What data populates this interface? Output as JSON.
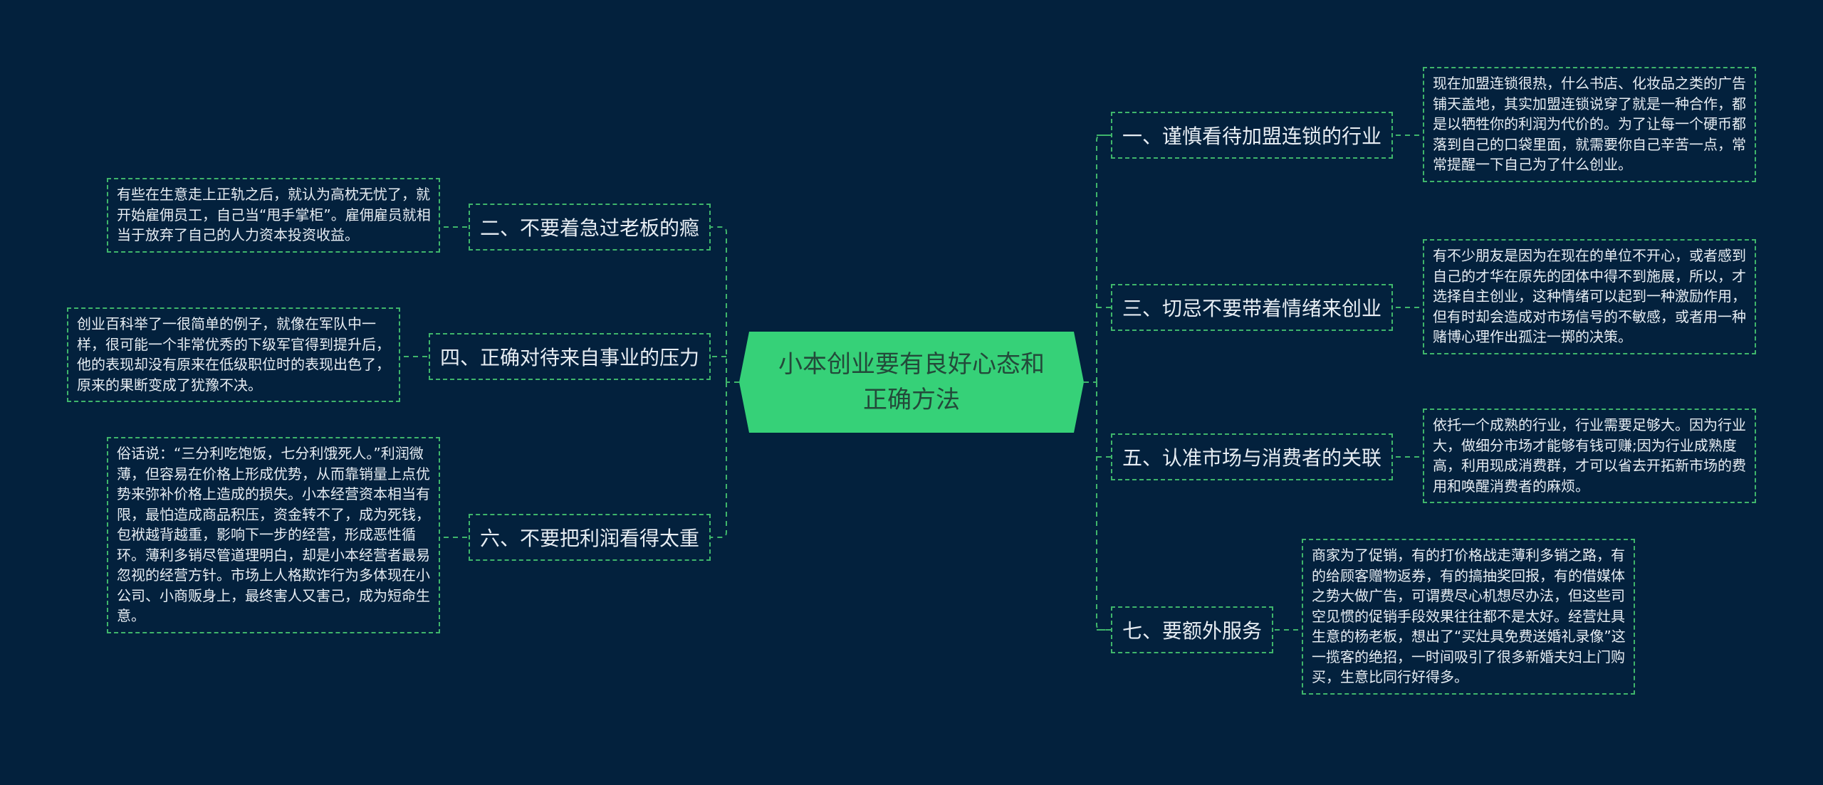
{
  "colors": {
    "background": "#03213d",
    "center_fill": "#36d178",
    "line": "#3fb56b",
    "text": "#e7edf3"
  },
  "center": {
    "title": "小本创业要有良好心态和正确方法"
  },
  "branches": {
    "b1": {
      "topic": "一、谨慎看待加盟连锁的行业",
      "note": "现在加盟连锁很热，什么书店、化妆品之类的广告铺天盖地，其实加盟连锁说穿了就是一种合作，都是以牺牲你的利润为代价的。为了让每一个硬币都落到自己的口袋里面，就需要你自己辛苦一点，常常提醒一下自己为了什么创业。"
    },
    "b2": {
      "topic": "二、不要着急过老板的瘾",
      "note": "有些在生意走上正轨之后，就认为高枕无忧了，就开始雇佣员工，自己当“甩手掌柜”。雇佣雇员就相当于放弃了自己的人力资本投资收益。"
    },
    "b3": {
      "topic": "三、切忌不要带着情绪来创业",
      "note": "有不少朋友是因为在现在的单位不开心，或者感到自己的才华在原先的团体中得不到施展，所以，才选择自主创业，这种情绪可以起到一种激励作用，但有时却会造成对市场信号的不敏感，或者用一种赌博心理作出孤注一掷的决策。"
    },
    "b4": {
      "topic": "四、正确对待来自事业的压力",
      "note": "创业百科举了一很简单的例子，就像在军队中一样，很可能一个非常优秀的下级军官得到提升后，他的表现却没有原来在低级职位时的表现出色了，原来的果断变成了犹豫不决。"
    },
    "b5": {
      "topic": "五、认准市场与消费者的关联",
      "note": "依托一个成熟的行业，行业需要足够大。因为行业大，做细分市场才能够有钱可赚;因为行业成熟度高，利用现成消费群，才可以省去开拓新市场的费用和唤醒消费者的麻烦。"
    },
    "b6": {
      "topic": "六、不要把利润看得太重",
      "note": "俗话说：“三分利吃饱饭，七分利饿死人。”利润微薄，但容易在价格上形成优势，从而靠销量上点优势来弥补价格上造成的损失。小本经营资本相当有限，最怕造成商品积压，资金转不了，成为死钱，包袱越背越重，影响下一步的经营，形成恶性循环。薄利多销尽管道理明白，却是小本经营者最易忽视的经营方针。市场上人格欺诈行为多体现在小公司、小商贩身上，最终害人又害己，成为短命生意。"
    },
    "b7": {
      "topic": "七、要额外服务",
      "note": "商家为了促销，有的打价格战走薄利多销之路，有的给顾客赠物返券，有的搞抽奖回报，有的借媒体之势大做广告，可谓费尽心机想尽办法，但这些司空见惯的促销手段效果往往都不是太好。经营灶具生意的杨老板，想出了“买灶具免费送婚礼录像”这一揽客的绝招，一时间吸引了很多新婚夫妇上门购买，生意比同行好得多。"
    }
  }
}
